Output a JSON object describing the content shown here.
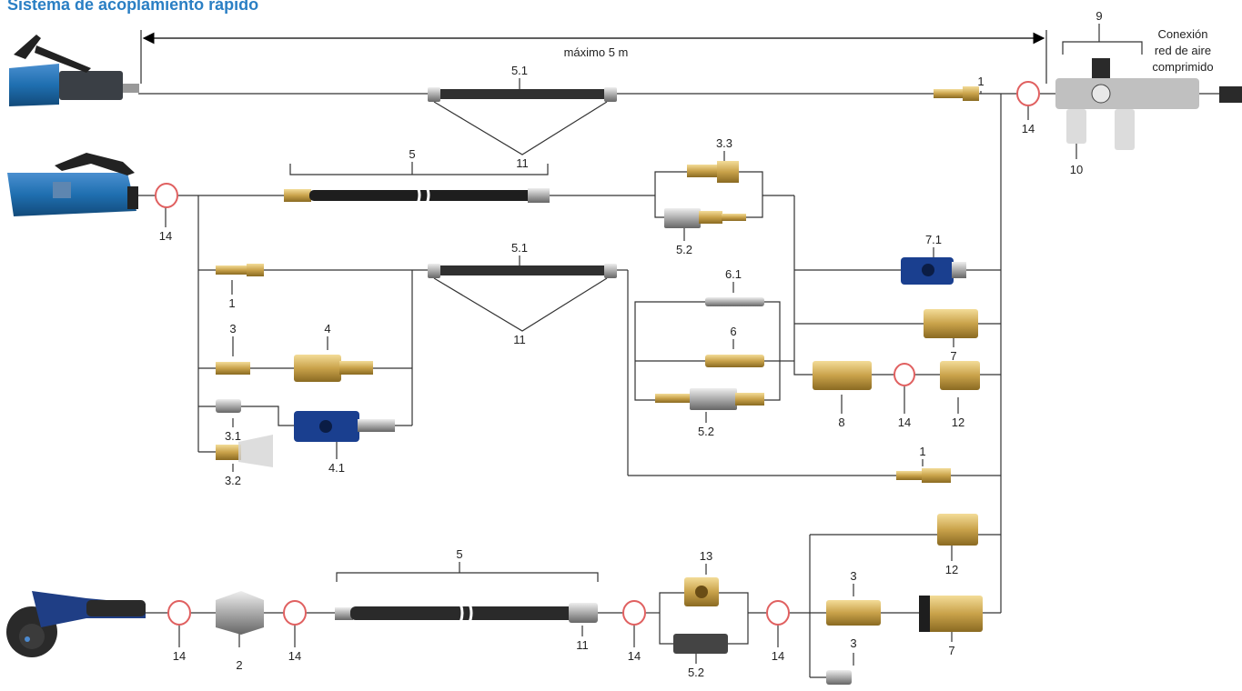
{
  "title": "Sistema de acoplamiento rápido",
  "dimension_label": "máximo 5 m",
  "connection_label": [
    "Conexión",
    "red de aire",
    "comprimido"
  ],
  "labels": {
    "l9": "9",
    "l10": "10",
    "l1a": "1",
    "l14a": "14",
    "l51a": "5.1",
    "l11a": "11",
    "l5a": "5",
    "l14b": "14",
    "l33": "3.3",
    "l52a": "5.2",
    "l71": "7.1",
    "l1b": "1",
    "l51b": "5.1",
    "l11b": "11",
    "l61": "6.1",
    "l7a": "7",
    "l3a": "3",
    "l4": "4",
    "l6": "6",
    "l8": "8",
    "l14c": "14",
    "l12a": "12",
    "l52b": "5.2",
    "l31": "3.1",
    "l41": "4.1",
    "l32": "3.2",
    "l1c": "1",
    "l12b": "12",
    "l5b": "5",
    "l13": "13",
    "l3b": "3",
    "l7b": "7",
    "l14d": "14",
    "l2": "2",
    "l14e": "14",
    "l11c": "11",
    "l14f": "14",
    "l52c": "5.2",
    "l14g": "14",
    "l3c": "3"
  },
  "colors": {
    "title": "#2a7fc4",
    "tool_blue": "#1f6fb0",
    "coupler_blue": "#1a3f8f",
    "brass": "#c9a24a",
    "hose": "#2b2b2b",
    "seal_ring": "#e06060",
    "line": "#333333"
  }
}
